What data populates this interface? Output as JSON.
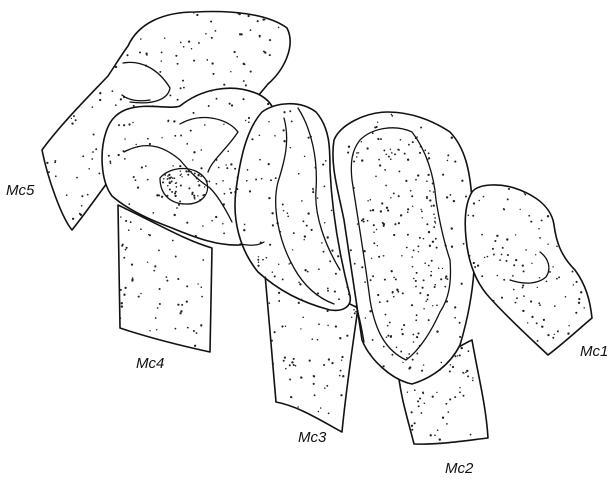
{
  "labels": {
    "mc1": "Mc1",
    "mc2": "Mc2",
    "mc3": "Mc3",
    "mc4": "Mc4",
    "mc5": "Mc5"
  },
  "colors": {
    "stroke": "#111111",
    "stipple": "#222222",
    "background": "#ffffff"
  }
}
